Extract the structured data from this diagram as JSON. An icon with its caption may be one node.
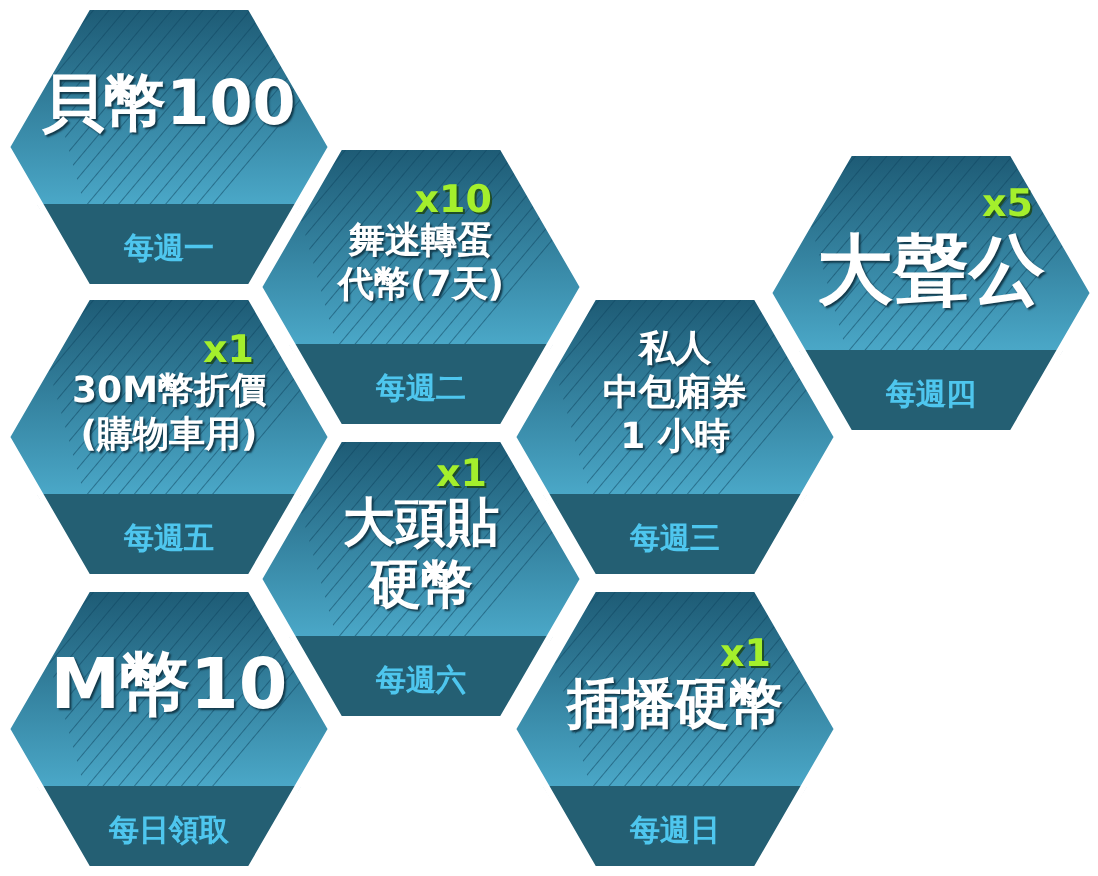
{
  "diagram": {
    "nodes": [
      {
        "text": [
          "貝幣100",
          "每週一"
        ]
      },
      {
        "text": [
          "x10",
          "舞迷轉蛋代幣(7天)",
          "每週二"
        ]
      },
      {
        "text": [
          "x5",
          "大聲公",
          "每週四"
        ]
      },
      {
        "text": [
          "x1",
          "30M幣折價(購物車用)",
          "每週五"
        ]
      },
      {
        "text": [
          "私人中包廂券1 小時",
          "每週三"
        ]
      },
      {
        "text": [
          "x1",
          "大頭貼硬幣",
          "每週六"
        ]
      },
      {
        "text": [
          "M幣10",
          "每日領取"
        ]
      },
      {
        "text": [
          "x1",
          "插播硬幣",
          "每週日"
        ]
      }
    ]
  }
}
